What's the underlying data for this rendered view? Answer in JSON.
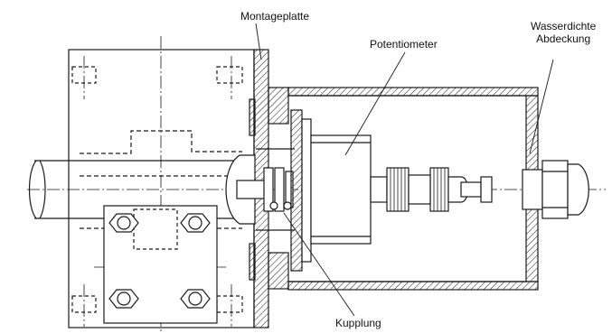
{
  "labels": {
    "mounting_plate": "Montageplatte",
    "potentiometer": "Potentiometer",
    "waterproof_cover_line1": "Wasserdichte",
    "waterproof_cover_line2": "Abdeckung",
    "coupling": "Kupplung"
  },
  "colors": {
    "line": "#1a1a1a",
    "hatch": "#1a1a1a",
    "background": "#ffffff"
  }
}
